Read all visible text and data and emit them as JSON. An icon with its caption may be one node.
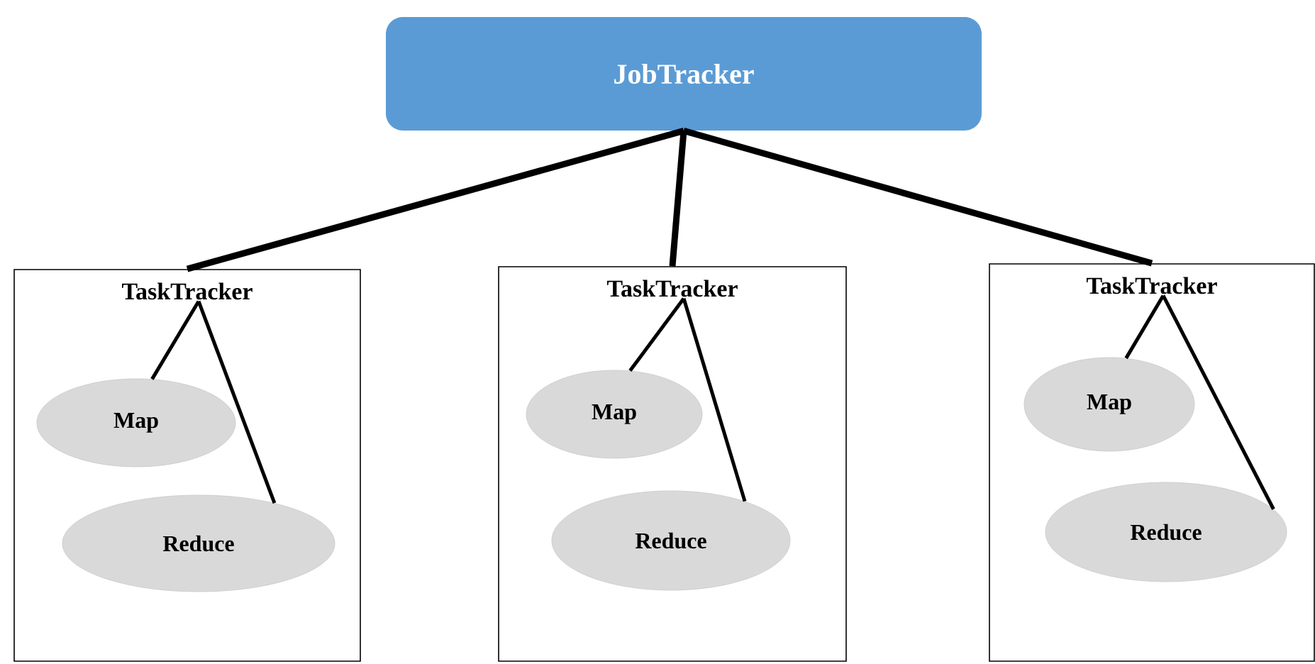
{
  "diagram": {
    "nodes": [
      {
        "text": [
          "JobTracker"
        ]
      },
      {
        "text": [
          "TaskTracker"
        ]
      },
      {
        "text": [
          "Map"
        ],
        "in": 1
      },
      {
        "text": [
          "Reduce"
        ],
        "in": 1
      },
      {
        "text": [
          "TaskTracker"
        ]
      },
      {
        "text": [
          "Map"
        ],
        "in": 4
      },
      {
        "text": [
          "Reduce"
        ],
        "in": 4
      },
      {
        "text": [
          "TaskTracker"
        ]
      },
      {
        "text": [
          "Map"
        ],
        "in": 7
      },
      {
        "text": [
          "Reduce"
        ],
        "in": 7
      }
    ],
    "edges": [
      {
        "from": 0,
        "to": 1,
        "arrow": "none",
        "style": "thick"
      },
      {
        "from": 0,
        "to": 4,
        "arrow": "none",
        "style": "thick"
      },
      {
        "from": 0,
        "to": 7,
        "arrow": "none",
        "style": "thick"
      },
      {
        "from": 1,
        "to": 2,
        "arrow": "none"
      },
      {
        "from": 1,
        "to": 3,
        "arrow": "none"
      },
      {
        "from": 4,
        "to": 5,
        "arrow": "none"
      },
      {
        "from": 4,
        "to": 6,
        "arrow": "none"
      },
      {
        "from": 7,
        "to": 8,
        "arrow": "none"
      },
      {
        "from": 7,
        "to": 9,
        "arrow": "none"
      }
    ]
  }
}
